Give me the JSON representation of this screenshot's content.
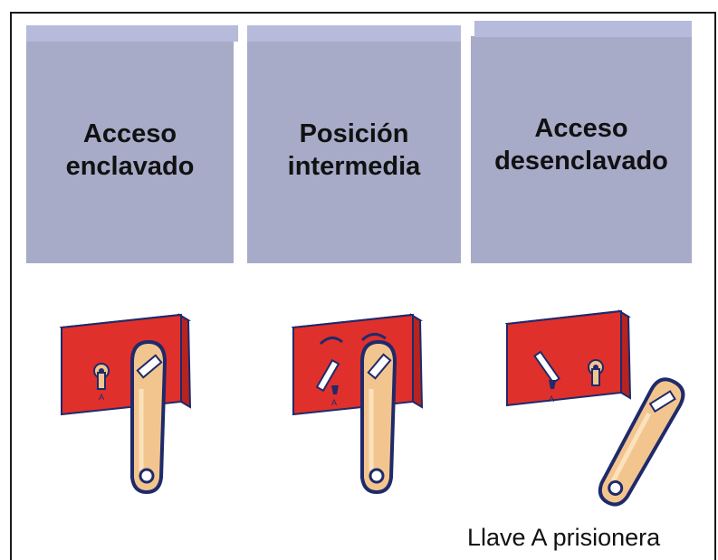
{
  "states": [
    {
      "line1": "Acceso",
      "line2": "enclavado"
    },
    {
      "line1": "Posición",
      "line2": "intermedia"
    },
    {
      "line1": "Acceso",
      "line2": "desenclavado"
    }
  ],
  "key_letter": "A",
  "caption": "Llave A prisionera",
  "colors": {
    "panel": "#a7abc8",
    "lock_body": "#e0302c",
    "outline": "#1f2a6b",
    "key_fill": "#f3c58e"
  }
}
